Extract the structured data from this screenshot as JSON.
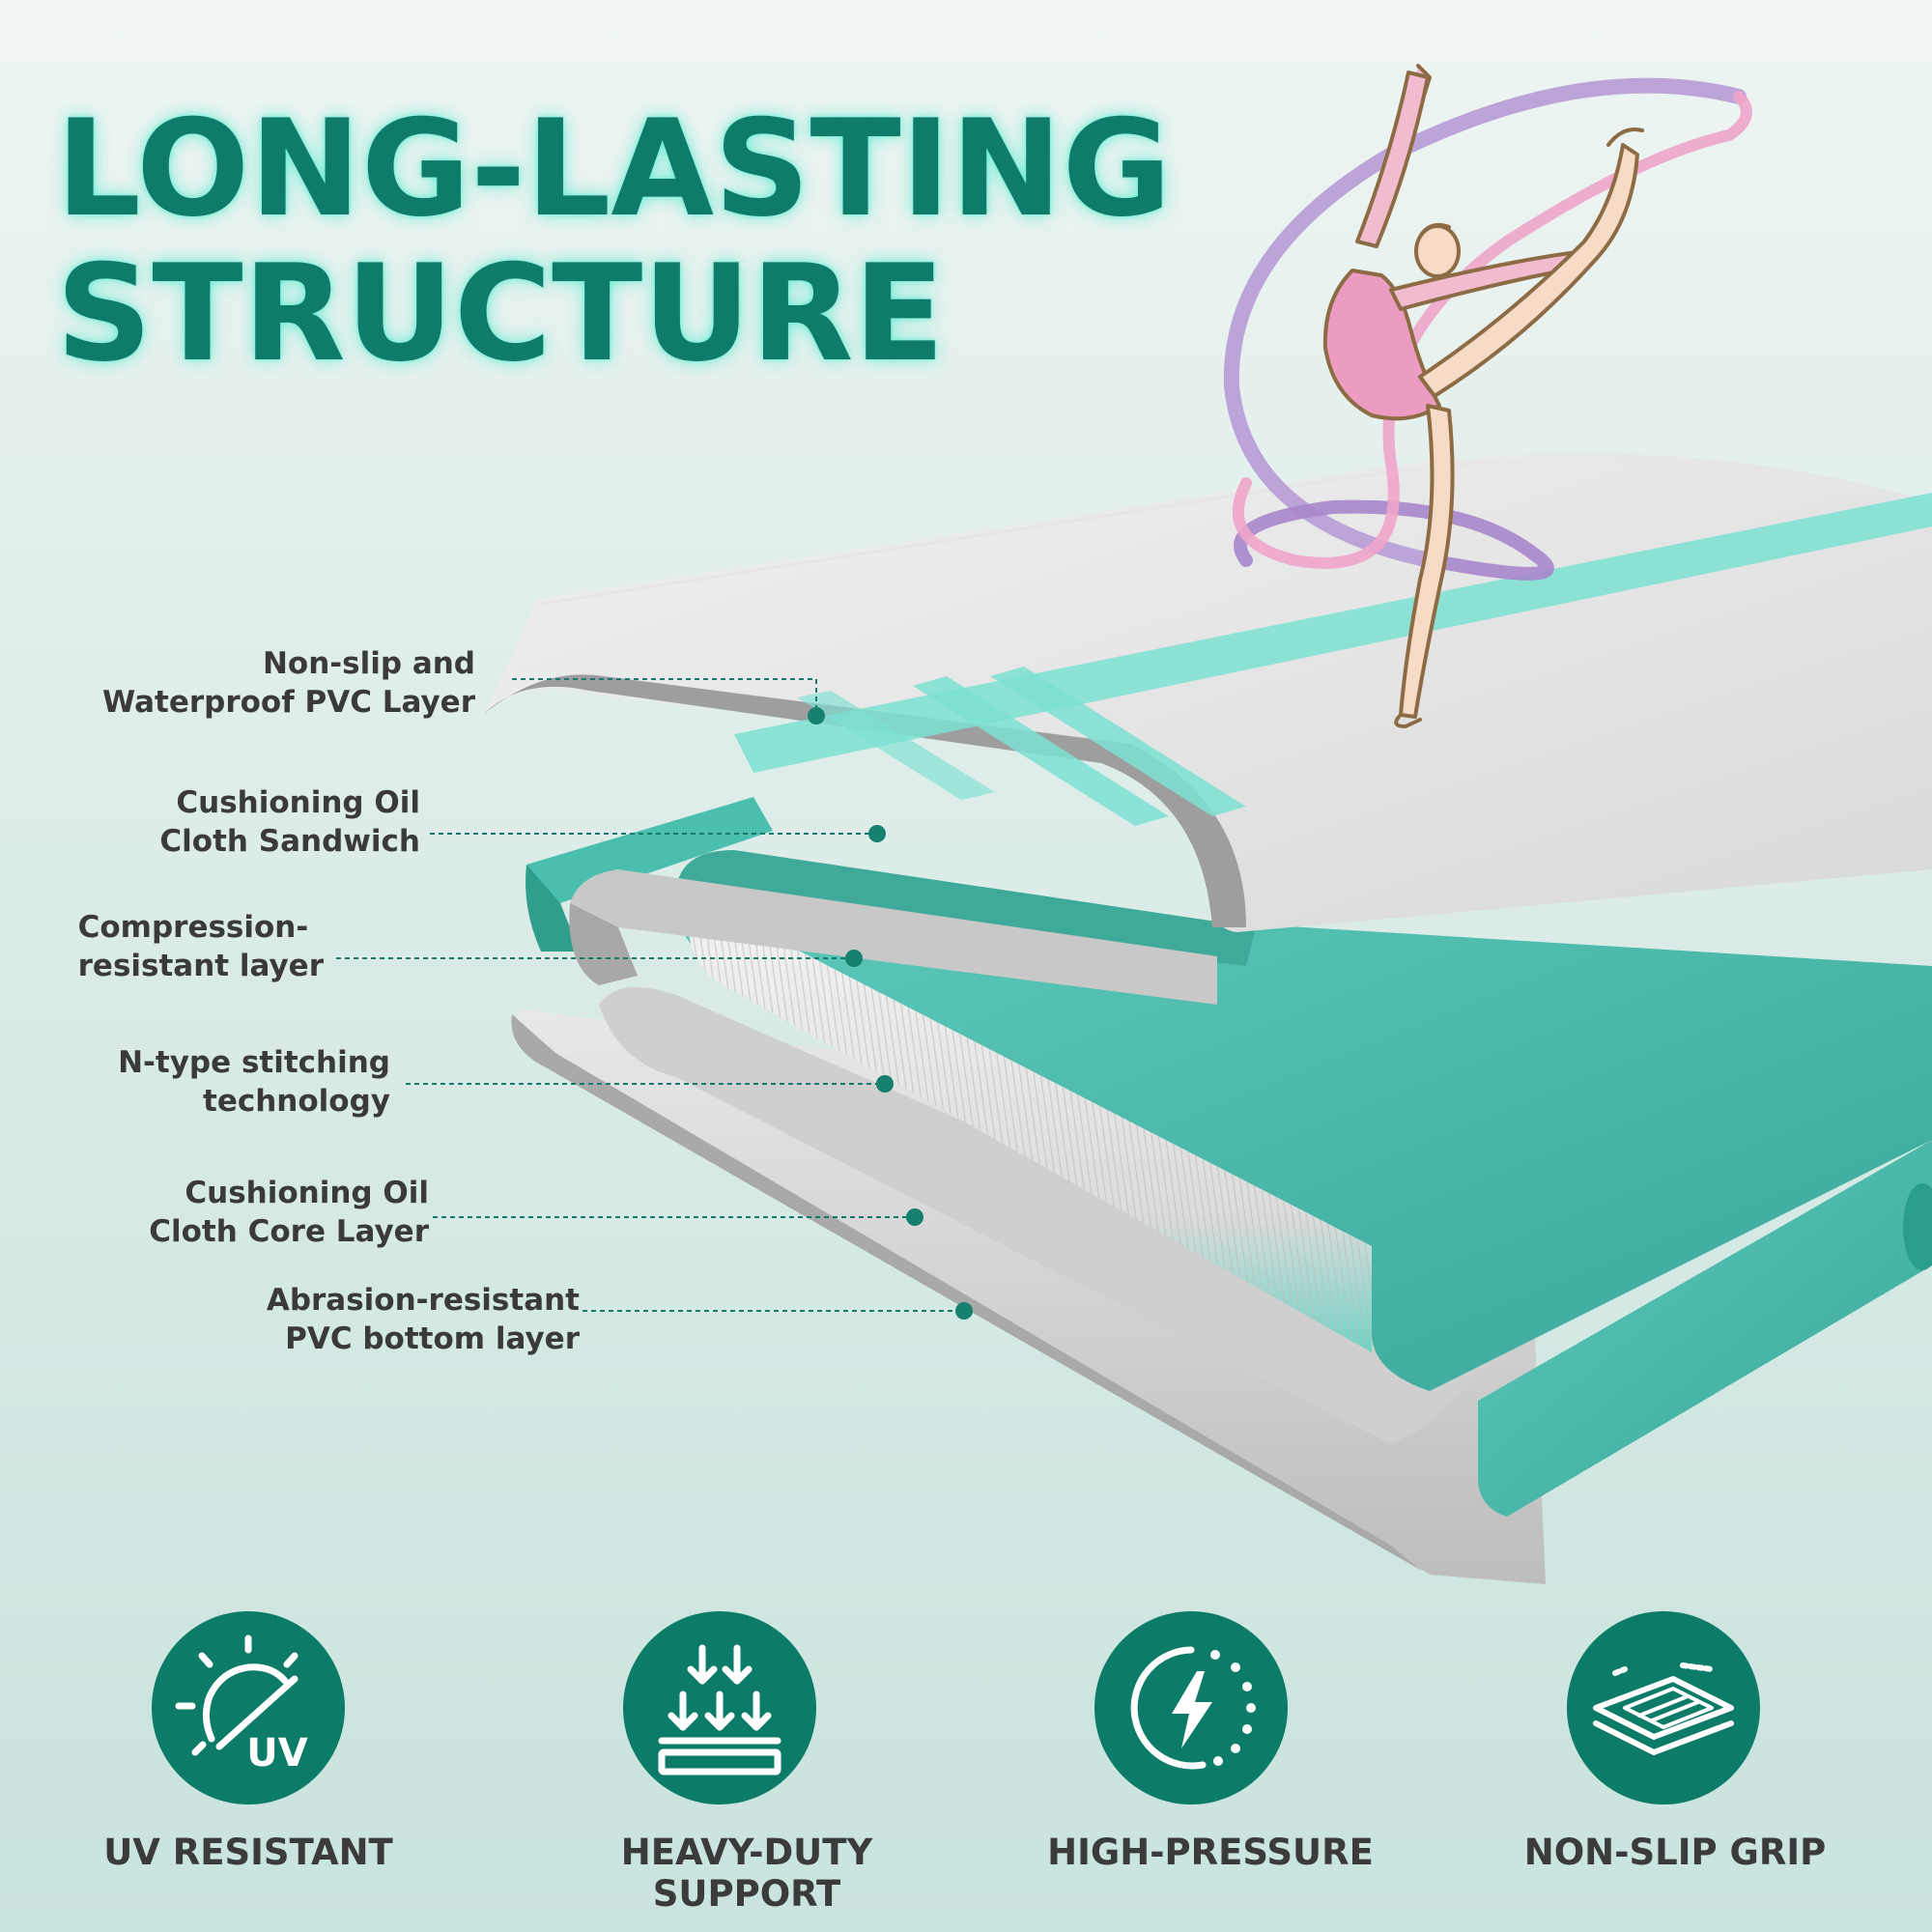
{
  "headline": {
    "line1": "LONG-LASTING",
    "line2": "STRUCTURE"
  },
  "layers": [
    {
      "line1": "Non-slip and",
      "line2": "Waterproof PVC Layer"
    },
    {
      "line1": "Cushioning Oil",
      "line2": "Cloth Sandwich"
    },
    {
      "line1": "Compression-",
      "line2": "resistant layer"
    },
    {
      "line1": "N-type stitching",
      "line2": "technology"
    },
    {
      "line1": "Cushioning Oil",
      "line2": "Cloth Core Layer"
    },
    {
      "line1": "Abrasion-resistant",
      "line2": "PVC bottom layer"
    }
  ],
  "features": [
    {
      "label": "UV RESISTANT",
      "icon": "uv-sun-icon",
      "icon_text": "UV"
    },
    {
      "label": "HEAVY-DUTY SUPPORT",
      "icon": "downward-arrows-support-icon"
    },
    {
      "label": "HIGH-PRESSURE",
      "icon": "lightning-pressure-gauge-icon"
    },
    {
      "label": "NON-SLIP GRIP",
      "icon": "layered-grip-icon"
    }
  ],
  "colors": {
    "brand_teal": "#0c7b68",
    "accent_mint": "#5fd6c6",
    "surface_gray": "#d6d6d6",
    "text_dark": "#3a3a3a"
  }
}
